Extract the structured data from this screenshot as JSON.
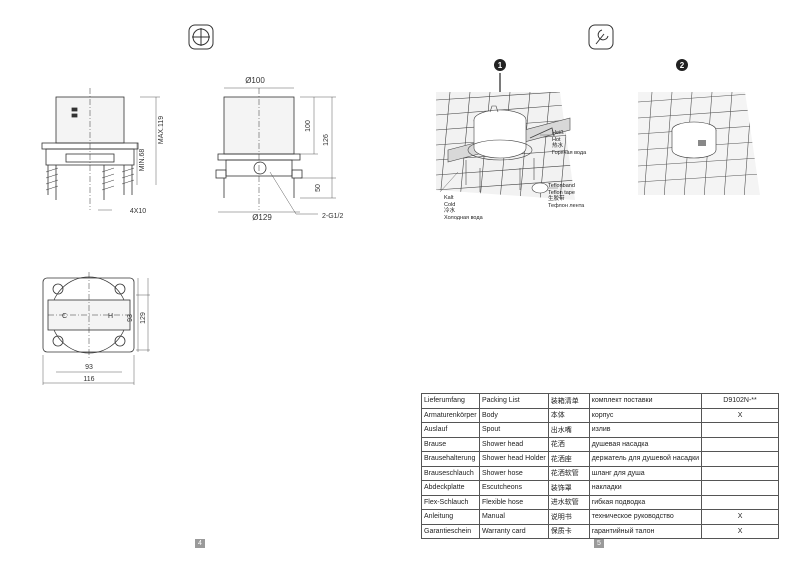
{
  "left_page": {
    "page_number": "4",
    "dimensions": {
      "diameter_100": "Ø100",
      "dim_100": "100",
      "dim_126": "126",
      "dim_50": "50",
      "max_119": "MAX.119",
      "min_68": "MIN.68",
      "screws": "4X10",
      "diameter_129": "Ø129",
      "thread": "2-G1/2",
      "dim_93_v": "93",
      "dim_129_v": "129",
      "dim_93_h": "93",
      "dim_116": "116",
      "cold_letter": "C",
      "hot_letter": "H"
    }
  },
  "right_page": {
    "page_number": "5",
    "step1": "1",
    "step2": "2",
    "hot_labels": [
      "Heiß",
      "Hot",
      "热水",
      "Горячая вода"
    ],
    "cold_labels": [
      "Kalt",
      "Cold",
      "冷水",
      "Холодная вода"
    ],
    "teflon_labels": [
      "Teflonband",
      "Teflon tape",
      "生胶带",
      "Тефлон лента"
    ],
    "table": {
      "header": [
        "Lieferumfang",
        "Packing List",
        "装箱清单",
        "комплект поставки",
        "D9102N-**"
      ],
      "rows": [
        [
          "Armaturenkörper",
          "Body",
          "本体",
          "корпус",
          "X"
        ],
        [
          "Auslauf",
          "Spout",
          "出水嘴",
          "излив",
          ""
        ],
        [
          "Brause",
          "Shower head",
          "花洒",
          "душевая насадка",
          ""
        ],
        [
          "Brausehalterung",
          "Shower head Holder",
          "花洒座",
          "держатель для душевой насадки",
          ""
        ],
        [
          "Brauseschlauch",
          "Shower hose",
          "花洒软管",
          "шланг для душа",
          ""
        ],
        [
          "Abdeckplatte",
          "Escutcheons",
          "装饰罩",
          "накладки",
          ""
        ],
        [
          "Flex-Schlauch",
          "Flexible hose",
          "进水软管",
          "гибкая подводка",
          ""
        ],
        [
          "Anleitung",
          "Manual",
          "说明书",
          "техническое руководство",
          "X"
        ],
        [
          "Garantieschein",
          "Warranty card",
          "保质卡",
          "гарантийный талон",
          "X"
        ]
      ]
    }
  }
}
